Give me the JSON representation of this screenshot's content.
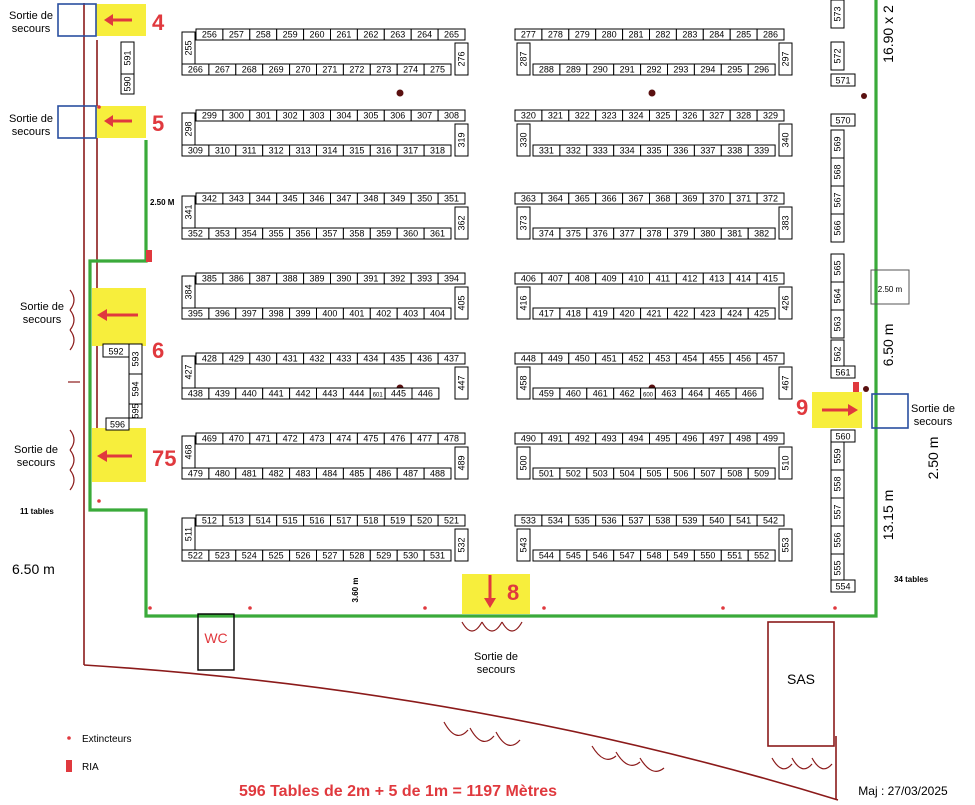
{
  "exits": [
    {
      "id": "4",
      "label1": "Sortie de",
      "label2": "secours"
    },
    {
      "id": "5",
      "label1": "Sortie de",
      "label2": "secours"
    },
    {
      "id": "6",
      "label1": "Sortie de",
      "label2": "secours"
    },
    {
      "id": "75",
      "label1": "Sortie de",
      "label2": "secours"
    },
    {
      "id": "8",
      "label1": "Sortie de",
      "label2": "secours"
    },
    {
      "id": "9",
      "label1": "Sortie de",
      "label2": "secours"
    }
  ],
  "dimensions": {
    "right_top": "16.90 x 2",
    "left_2_50": "2.50 M",
    "right_box": "2.50 m",
    "right_6_50": "6.50 m",
    "right_2_50": "2.50 m",
    "right_13_15": "13.15 m",
    "left_6_50": "6.50 m",
    "middle_3_60": "3.60 m"
  },
  "counts": {
    "left": "11 tables",
    "right": "34 tables"
  },
  "rooms": {
    "wc": "WC",
    "sas": "SAS"
  },
  "legend": {
    "extinguisher": "Extincteurs",
    "ria": "RIA"
  },
  "footer": "596 Tables de 2m + 5 de 1m = 1197 Mètres",
  "updated": "Maj : 27/03/2025",
  "colors": {
    "wall": "#8b1a1a",
    "green": "#3aaa3a",
    "accent": "#e0393e",
    "highlight": "#f7ee3c",
    "exit_box": "#2a4fa0"
  },
  "tables": {
    "left": [
      {
        "h": [
          256,
          257,
          258,
          259,
          260,
          261,
          262,
          263,
          264,
          265
        ],
        "hb": [
          266,
          267,
          268,
          269,
          270,
          271,
          272,
          273,
          274,
          275
        ],
        "vl": "255",
        "vr": "276"
      },
      {
        "h": [
          299,
          300,
          301,
          302,
          303,
          304,
          305,
          306,
          307,
          308
        ],
        "hb": [
          309,
          310,
          311,
          312,
          313,
          314,
          315,
          316,
          317,
          318
        ],
        "vl": "298",
        "vr": "319"
      },
      {
        "h": [
          342,
          343,
          344,
          345,
          346,
          347,
          348,
          349,
          350,
          351
        ],
        "hb": [
          352,
          353,
          354,
          355,
          356,
          357,
          358,
          359,
          360,
          361
        ],
        "vl": "341",
        "vr": "362"
      },
      {
        "h": [
          385,
          386,
          387,
          388,
          389,
          390,
          391,
          392,
          393,
          394
        ],
        "hb": [
          395,
          396,
          397,
          398,
          399,
          400,
          401,
          402,
          403,
          404
        ],
        "vl": "384",
        "vr": "405"
      },
      {
        "h": [
          428,
          429,
          430,
          431,
          432,
          433,
          434,
          435,
          436,
          437
        ],
        "hb": [
          438,
          439,
          440,
          441,
          442,
          443,
          444,
          "601",
          445,
          446
        ],
        "vl": "427",
        "vr": "447"
      },
      {
        "h": [
          469,
          470,
          471,
          472,
          473,
          474,
          475,
          476,
          477,
          478
        ],
        "hb": [
          479,
          480,
          481,
          482,
          483,
          484,
          485,
          486,
          487,
          488
        ],
        "vl": "468",
        "vr": "489"
      },
      {
        "h": [
          512,
          513,
          514,
          515,
          516,
          517,
          518,
          519,
          520,
          521
        ],
        "hb": [
          522,
          523,
          524,
          525,
          526,
          527,
          528,
          529,
          530,
          531
        ],
        "vl": "511",
        "vr": "532"
      }
    ],
    "right": [
      {
        "h": [
          277,
          278,
          279,
          280,
          281,
          282,
          283,
          284,
          285,
          286
        ],
        "hb": [
          288,
          289,
          290,
          291,
          292,
          293,
          294,
          295,
          296
        ],
        "vl": "287",
        "vr": "297"
      },
      {
        "h": [
          320,
          321,
          322,
          323,
          324,
          325,
          326,
          327,
          328,
          329
        ],
        "hb": [
          331,
          332,
          333,
          334,
          335,
          336,
          337,
          338,
          339
        ],
        "vl": "330",
        "vr": "340"
      },
      {
        "h": [
          363,
          364,
          365,
          366,
          367,
          368,
          369,
          370,
          371,
          372
        ],
        "hb": [
          374,
          375,
          376,
          377,
          378,
          379,
          380,
          381,
          382
        ],
        "vl": "373",
        "vr": "383"
      },
      {
        "h": [
          406,
          407,
          408,
          409,
          410,
          411,
          412,
          413,
          414,
          415
        ],
        "hb": [
          417,
          418,
          419,
          420,
          421,
          422,
          423,
          424,
          425
        ],
        "vl": "416",
        "vr": "426"
      },
      {
        "h": [
          448,
          449,
          450,
          451,
          452,
          453,
          454,
          455,
          456,
          457
        ],
        "hb": [
          459,
          460,
          461,
          462,
          "600",
          463,
          464,
          465,
          466
        ],
        "vl": "458",
        "vr": "467"
      },
      {
        "h": [
          490,
          491,
          492,
          493,
          494,
          495,
          496,
          497,
          498,
          499
        ],
        "hb": [
          501,
          502,
          503,
          504,
          505,
          506,
          507,
          508,
          509
        ],
        "vl": "500",
        "vr": "510"
      },
      {
        "h": [
          533,
          534,
          535,
          536,
          537,
          538,
          539,
          540,
          541,
          542
        ],
        "hb": [
          544,
          545,
          546,
          547,
          548,
          549,
          550,
          551,
          552
        ],
        "vl": "543",
        "vr": "553"
      }
    ],
    "side_left": [
      "591",
      "590",
      "592",
      "593",
      "594",
      "595",
      "596"
    ],
    "side_right": [
      "573",
      "572",
      "571",
      "570",
      "569",
      "568",
      "567",
      "566",
      "565",
      "564",
      "563",
      "562",
      "561",
      "560",
      "559",
      "558",
      "557",
      "556",
      "555",
      "554"
    ]
  }
}
